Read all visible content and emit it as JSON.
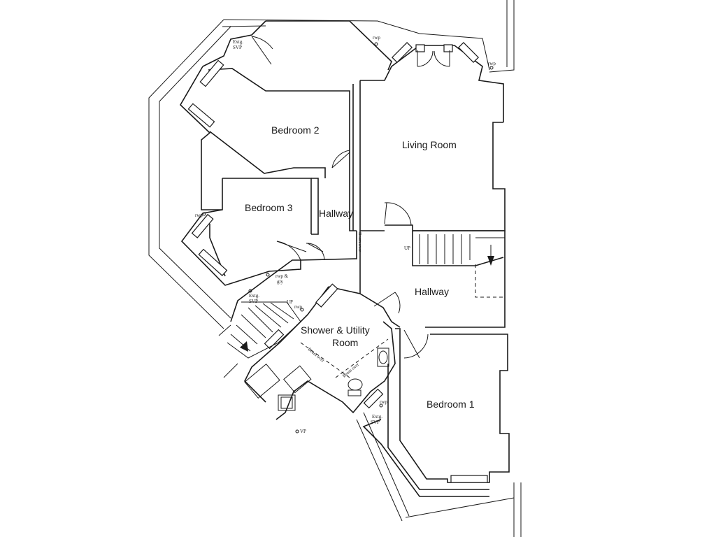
{
  "rooms": {
    "bedroom2": "Bedroom 2",
    "living_room": "Living Room",
    "bedroom3": "Bedroom 3",
    "hallway_upper": "Hallway",
    "hallway_lower": "Hallway",
    "shower_line1": "Shower & Utility",
    "shower_line2": "Room",
    "bedroom1": "Bedroom 1"
  },
  "annotations": {
    "exist_svp_top_1": "Extg.",
    "exist_svp_top_2": "SVP",
    "rwp_top": "rwp",
    "rwp_top_right": "rwp",
    "rwp_left": "rwp",
    "rwp_gly_1": "rwp &",
    "rwp_gly_2": "gly",
    "exist_svp_mid_1": "Extg.",
    "exist_svp_mid_2": "SVP",
    "up_left": "UP",
    "rwp_mid": "rwp",
    "up_right": "UP",
    "beam_over_1": "Beam over",
    "beam_over_2": "Beam over",
    "beam_over_3": "Beam over",
    "rwp_lower": "rwp",
    "exist_svp_low_1": "Extg.",
    "exist_svp_low_2": "SVP",
    "vp": "VP"
  }
}
